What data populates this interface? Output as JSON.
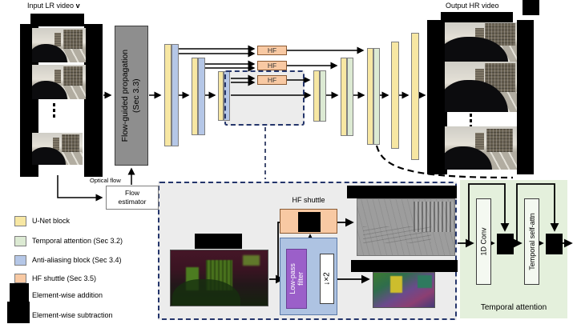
{
  "palette": {
    "unet": "#f7e7a3",
    "temporal": "#dcead3",
    "aa": "#b5c7e7",
    "hf-fill": "#f8c9a3",
    "flow-box": "#8e8e8e",
    "panel-green": "#e4f0dc",
    "purple": "#9b5fc9",
    "blue-box": "#aec3e2",
    "dash-border": "#24356b",
    "dash-fill": "#ececec"
  },
  "io": {
    "input_label": "Input LR video",
    "input_symbol": "v",
    "output_label": "Output HR video",
    "ellipsis": "⋮"
  },
  "propagation": {
    "line1": "Flow-guided propagation",
    "line2": "(Sec 3.3)"
  },
  "flow_estimator": {
    "optical_flow": "Optical flow",
    "line1": "Flow",
    "line2": "estimator"
  },
  "hf_boxes": [
    "HF",
    "HF",
    "HF"
  ],
  "legend": {
    "items": [
      {
        "label": "U-Net block"
      },
      {
        "label": "Temporal attention (Sec 3.2)"
      },
      {
        "label": "Anti-aliasing block (Sec 3.4)"
      },
      {
        "label": "HF shuttle (Sec 3.5)"
      },
      {
        "label": "Element-wise addition"
      },
      {
        "label": "Element-wise subtraction"
      }
    ]
  },
  "shuttle_detail": {
    "title": "HF shuttle",
    "low_pass_line1": "Low-pass",
    "low_pass_line2": "filter",
    "downsample": "↓×2"
  },
  "attention_detail": {
    "conv": "1D Conv",
    "self_attn": "Temporal self-attn",
    "title": "Temporal attention"
  }
}
